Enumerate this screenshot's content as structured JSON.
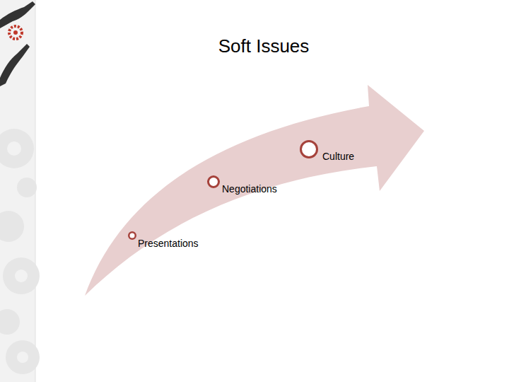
{
  "diagram": {
    "title": "Soft Issues",
    "nodes": [
      {
        "text": [
          "Presentations"
        ]
      },
      {
        "text": [
          "Negotiations"
        ]
      },
      {
        "text": [
          "Culture"
        ]
      }
    ]
  }
}
